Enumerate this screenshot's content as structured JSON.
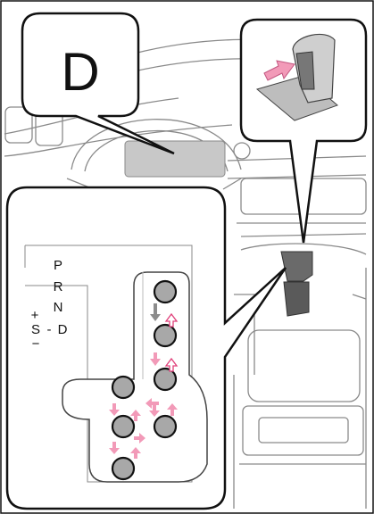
{
  "indicator": {
    "gear": "D"
  },
  "gate_labels": {
    "p": "P",
    "r": "R",
    "n": "N",
    "s": "S",
    "dash": "-",
    "d": "D",
    "plus": "+",
    "minus": "−"
  },
  "colors": {
    "outline": "#111111",
    "line_art": "#8a8a8a",
    "screen_fill": "#c8c8c8",
    "shifter_dark": "#6a6a6a",
    "arrow_pink": "#f29ab8",
    "arrow_gray": "#8c8c8c",
    "knob_fill": "#a8a8a8"
  },
  "icons": {
    "pink_arrow": "arrow-pink-icon",
    "gray_arrow": "arrow-gray-icon",
    "shift_position_dot": "position-dot-icon"
  }
}
